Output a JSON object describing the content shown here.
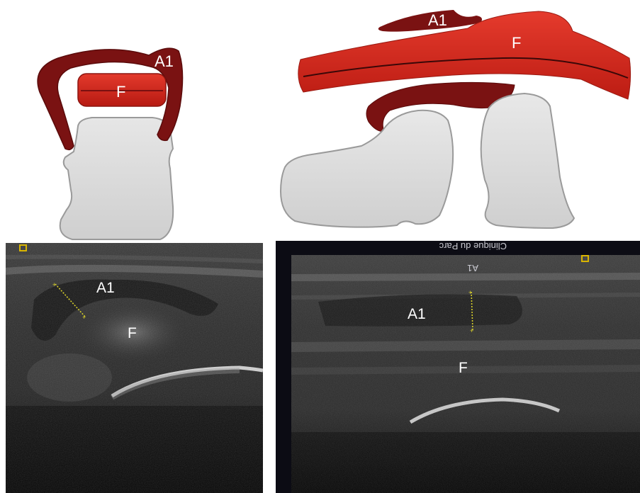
{
  "diagram_left": {
    "pulley_label": "A1",
    "tendon_label": "F"
  },
  "diagram_right": {
    "pulley_label": "A1",
    "tendon_label": "F"
  },
  "ultrasound_left": {
    "pulley_label": "A1",
    "tendon_label": "F"
  },
  "ultrasound_right": {
    "header_text": "Clinique du Parc",
    "marker_text": "A1",
    "pulley_label": "A1",
    "tendon_label": "F"
  },
  "colors": {
    "tendon_red": "#d4281c",
    "pulley_dark_red": "#7a1212",
    "bone_gray": "#dcdcdc",
    "caliper_yellow": "#d8d02a"
  }
}
